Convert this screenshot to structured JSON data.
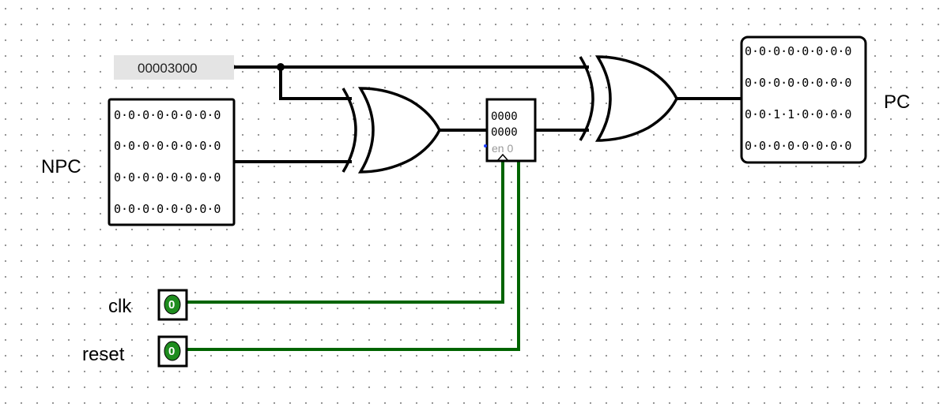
{
  "constant": {
    "value": "00003000"
  },
  "npc": {
    "label": "NPC",
    "rows": [
      "0·0·0·0·0·0·0·0",
      "0·0·0·0·0·0·0·0",
      "0·0·0·0·0·0·0·0",
      "0·0·0·0·0·0·0·0"
    ]
  },
  "pc": {
    "label": "PC",
    "rows": [
      "0·0·0·0·0·0·0·0",
      "0·0·0·0·0·0·0·0",
      "0·0·1·1·0·0·0·0",
      "0·0·0·0·0·0·0·0"
    ]
  },
  "register": {
    "line1": "0000",
    "line2": "0000",
    "en_label": "en 0"
  },
  "inputs": {
    "clk": {
      "label": "clk",
      "value": "0"
    },
    "reset": {
      "label": "reset",
      "value": "0"
    }
  },
  "colors": {
    "wire": "#000000",
    "active_wire": "#006400",
    "pin_fill": "#1e8c1e"
  }
}
